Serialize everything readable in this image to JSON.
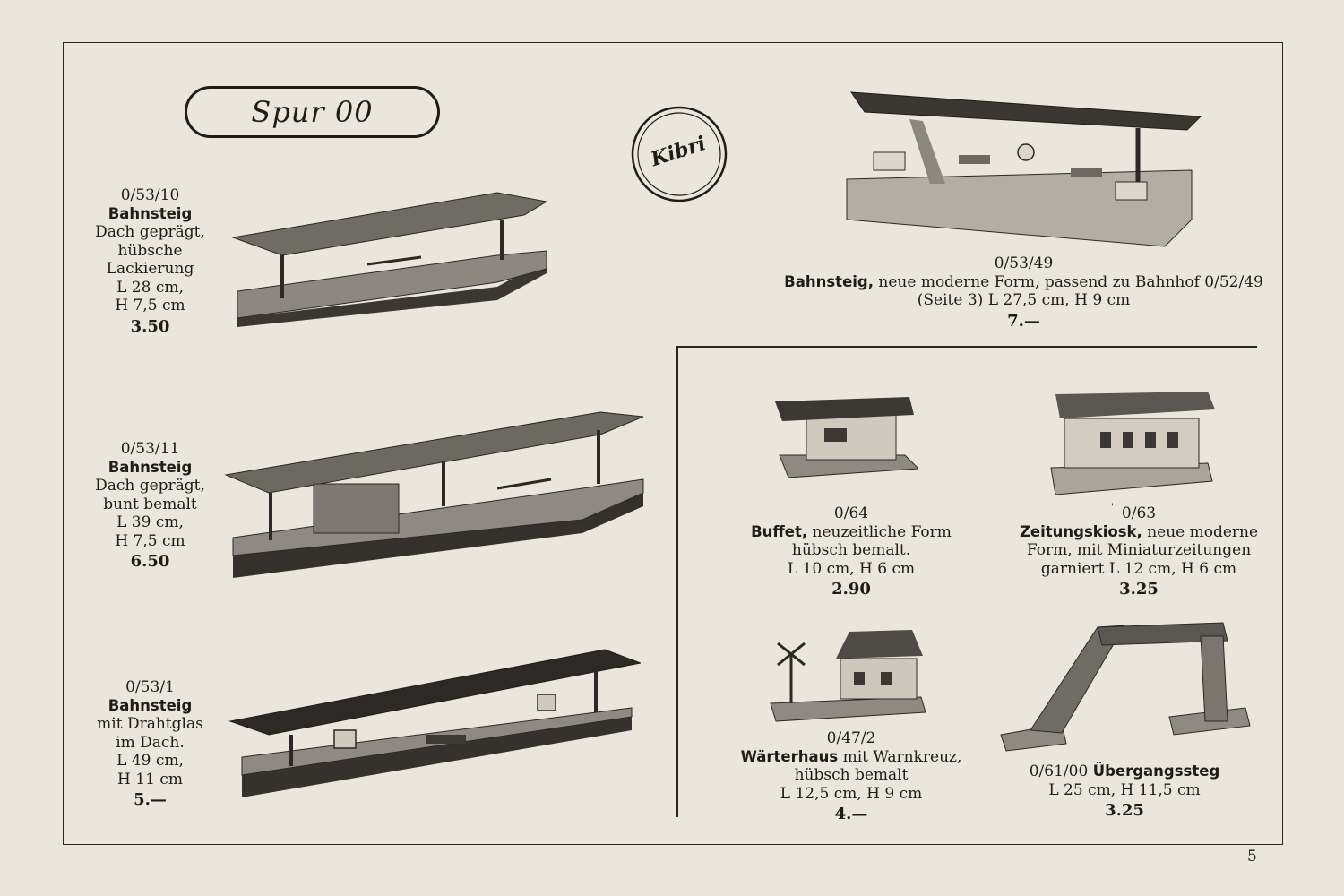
{
  "header": {
    "badge": "Spur 00",
    "logo_text": "Kibri"
  },
  "items": [
    {
      "id": "p1",
      "number": "0/53/10",
      "name": "Bahnsteig",
      "lines": [
        "Dach geprägt,",
        "hübsche",
        "Lackierung",
        "L 28 cm,",
        "H 7,5 cm"
      ],
      "price": "3.50"
    },
    {
      "id": "p2",
      "number": "0/53/11",
      "name": "Bahnsteig",
      "lines": [
        "Dach geprägt,",
        "bunt bemalt",
        "L 39 cm,",
        "H 7,5 cm"
      ],
      "price": "6.50"
    },
    {
      "id": "p3",
      "number": "0/53/1",
      "name": "Bahnsteig",
      "lines": [
        "mit Drahtglas",
        "im Dach.",
        "L 49 cm,",
        "H 11 cm"
      ],
      "price": "5.—"
    },
    {
      "id": "p4",
      "number": "0/53/49",
      "name": "Bahnsteig,",
      "name_rest": " neue moderne Form, passend zu Bahnhof 0/52/49",
      "lines": [
        "(Seite 3) L 27,5 cm, H 9 cm"
      ],
      "price": "7.—"
    },
    {
      "id": "p5",
      "number": "0/64",
      "name": "Buffet,",
      "name_rest": " neuzeitliche Form",
      "lines": [
        "hübsch bemalt.",
        "L 10 cm, H 6 cm"
      ],
      "price": "2.90"
    },
    {
      "id": "p6",
      "number": "0/63",
      "name": "Zeitungskiosk,",
      "name_rest": " neue moderne",
      "lines": [
        "Form, mit Miniaturzeitungen",
        "garniert  L 12 cm, H 6 cm"
      ],
      "price": "3.25"
    },
    {
      "id": "p7",
      "number": "0/47/2",
      "name": "Wärterhaus",
      "name_rest": " mit Warnkreuz,",
      "lines": [
        "hübsch bemalt",
        "L 12,5 cm, H 9 cm"
      ],
      "price": "4.—"
    },
    {
      "id": "p8",
      "number": "0/61/00",
      "name": "Übergangssteg",
      "lines": [
        "L 25 cm, H 11,5 cm"
      ],
      "price": "3.25"
    }
  ],
  "page_number": "5"
}
